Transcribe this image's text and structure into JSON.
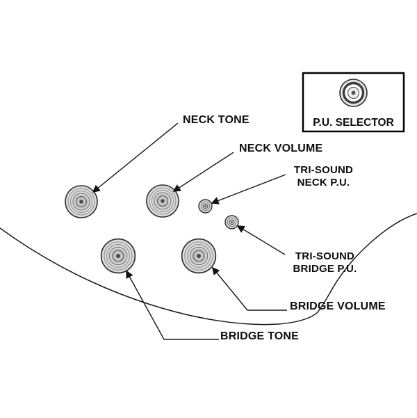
{
  "diagram": {
    "labels": {
      "neck_tone": "NECK TONE",
      "neck_volume": "NECK VOLUME",
      "tri_sound_neck_line1": "TRI-SOUND",
      "tri_sound_neck_line2": "NECK P.U.",
      "tri_sound_bridge_line1": "TRI-SOUND",
      "tri_sound_bridge_line2": "BRIDGE P.U.",
      "bridge_volume": "BRIDGE VOLUME",
      "bridge_tone": "BRIDGE TONE",
      "pu_selector": "P.U. SELECTOR"
    },
    "colors": {
      "background": "#ffffff",
      "line": "#161616",
      "text": "#0d0d0d",
      "knob_fill": "#dcdcdc",
      "knob_stroke": "#2f2f2f"
    }
  }
}
